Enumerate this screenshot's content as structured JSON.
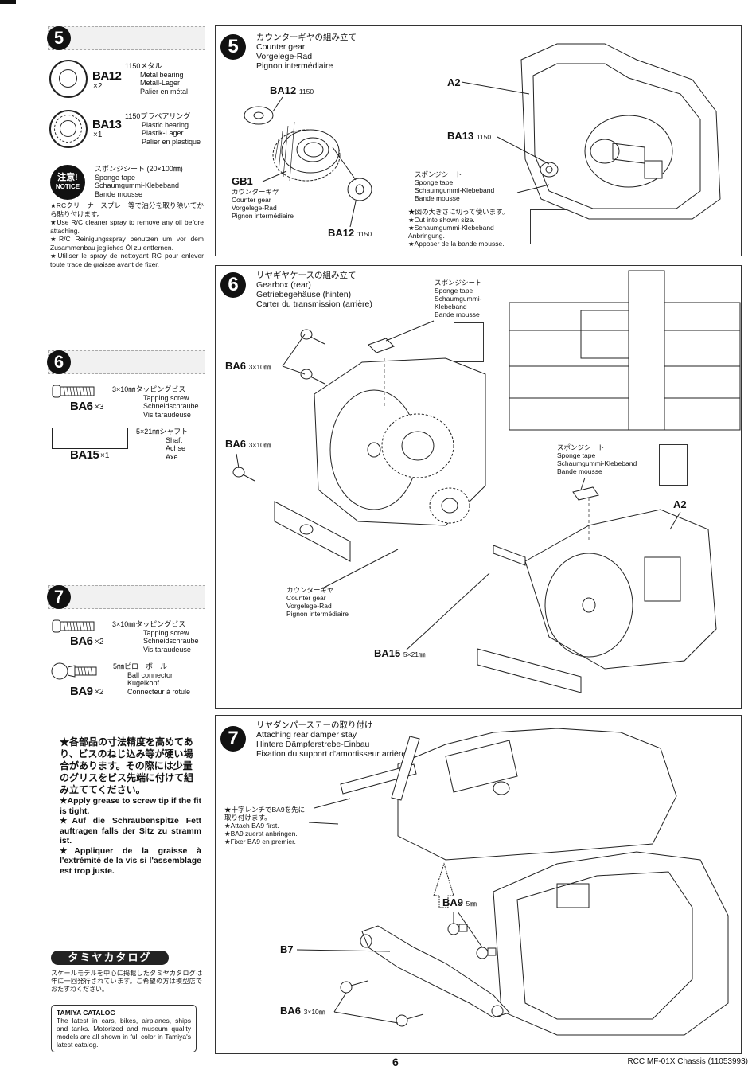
{
  "page": {
    "page_number": "6",
    "doc_title": "RCC MF-01X Chassis (11053993)"
  },
  "parts": {
    "step5": {
      "number": "5",
      "items": [
        {
          "code": "BA12",
          "qty": "×2",
          "jp": "1150メタル",
          "en": "Metal bearing",
          "de": "Metall-Lager",
          "fr": "Palier en métal",
          "icon": "metal-bearing-icon"
        },
        {
          "code": "BA13",
          "qty": "×1",
          "jp": "1150プラベアリング",
          "en": "Plastic bearing",
          "de": "Plastik-Lager",
          "fr": "Palier en plastique",
          "icon": "plastic-bearing-icon"
        }
      ],
      "notice": {
        "badge_jp": "注意!",
        "badge_en": "NOTICE",
        "jp": "スポンジシート (20×100㎜)",
        "en": "Sponge tape",
        "de": "Schaumgummi-Klebeband",
        "fr": "Bande mousse",
        "body_jp": "★RCクリーナースプレー等で油分を取り除いてから貼り付けます。",
        "body_en": "★Use R/C cleaner spray to remove any oil before attaching.",
        "body_de": "★R/C Reinigungsspray benutzen um vor dem Zusammenbau jegliches Öl zu entfernen.",
        "body_fr": "★Utiliser le spray de nettoyant RC pour enlever toute trace de graisse avant de fixer."
      }
    },
    "step6": {
      "number": "6",
      "items": [
        {
          "code": "BA6",
          "qty": "×3",
          "jp": "3×10㎜タッピングビス",
          "en": "Tapping screw",
          "de": "Schneidschraube",
          "fr": "Vis taraudeuse",
          "icon": "tapping-screw-icon"
        },
        {
          "code": "BA15",
          "qty": "×1",
          "jp": "5×21㎜シャフト",
          "en": "Shaft",
          "de": "Achse",
          "fr": "Axe",
          "icon": "shaft-icon"
        }
      ]
    },
    "step7": {
      "number": "7",
      "items": [
        {
          "code": "BA6",
          "qty": "×2",
          "jp": "3×10㎜タッピングビス",
          "en": "Tapping screw",
          "de": "Schneidschraube",
          "fr": "Vis taraudeuse",
          "icon": "tapping-screw-icon"
        },
        {
          "code": "BA9",
          "qty": "×2",
          "jp": "5㎜ピローボール",
          "en": "Ball connector",
          "de": "Kugelkopf",
          "fr": "Connecteur à rotule",
          "icon": "ball-connector-icon"
        }
      ]
    },
    "grease_note": {
      "jp": "★各部品の寸法精度を高めてあり、ビスのねじ込み等が硬い場合があります。その際には少量のグリスをビス先端に付けて組み立ててください。",
      "en": "★Apply grease to screw tip if the fit is tight.",
      "de": "★Auf die Schraubenspitze Fett auftragen falls der Sitz zu stramm ist.",
      "fr": "★Appliquer de la graisse à l'extrémité de la vis si l'assemblage est trop juste."
    },
    "catalog": {
      "pill": "タミヤカタログ",
      "jp": "スケールモデルを中心に掲載したタミヤカタログは年に一回発行されています。ご希望の方は模型店でおたずねください。",
      "title": "TAMIYA CATALOG",
      "body": "The latest in cars, bikes, airplanes, ships and tanks. Motorized and museum quality models are all shown in full color in Tamiya's latest catalog."
    }
  },
  "steps": {
    "step5": {
      "number": "5",
      "title_jp": "カウンターギヤの組み立て",
      "title_en": "Counter gear",
      "title_de": "Vorgelege-Rad",
      "title_fr": "Pignon intermédiaire",
      "labels": {
        "ba12_top": {
          "code": "BA12",
          "sub": "1150"
        },
        "ba12_bottom": {
          "code": "BA12",
          "sub": "1150"
        },
        "gb1": {
          "code": "GB1",
          "jp": "カウンターギヤ",
          "en": "Counter gear",
          "de": "Vorgelege-Rad",
          "fr": "Pignon intermédiaire"
        },
        "a2": {
          "code": "A2"
        },
        "ba13": {
          "code": "BA13",
          "sub": "1150"
        }
      },
      "sponge": {
        "jp": "スポンジシート",
        "en": "Sponge tape",
        "de": "Schaumgummi-Klebeband",
        "fr": "Bande mousse",
        "note_jp": "★図の大きさに切って使います。",
        "note_en": "★Cut into shown size.",
        "note_de": "★Schaumgummi-Klebeband Anbringung.",
        "note_fr": "★Apposer de la bande mousse."
      }
    },
    "step6": {
      "number": "6",
      "title_jp": "リヤギヤケースの組み立て",
      "title_en": "Gearbox (rear)",
      "title_de": "Getriebegehäuse (hinten)",
      "title_fr": "Carter du transmission (arrière)",
      "labels": {
        "ba6_a": {
          "code": "BA6",
          "sub": "3×10㎜"
        },
        "ba6_b": {
          "code": "BA6",
          "sub": "3×10㎜"
        },
        "ba15": {
          "code": "BA15",
          "sub": "5×21㎜"
        },
        "a2": {
          "code": "A2"
        },
        "counter_gear": {
          "jp": "カウンターギヤ",
          "en": "Counter gear",
          "de": "Vorgelege-Rad",
          "fr": "Pignon intermédiaire"
        }
      },
      "sponge_top": {
        "jp": "スポンジシート",
        "en": "Sponge tape",
        "de1": "Schaumgummi-",
        "de2": "Klebeband",
        "fr": "Bande mousse"
      },
      "sponge_right": {
        "jp": "スポンジシート",
        "en": "Sponge tape",
        "de": "Schaumgummi-Klebeband",
        "fr": "Bande mousse"
      }
    },
    "step7": {
      "number": "7",
      "title_jp": "リヤダンパーステーの取り付け",
      "title_en": "Attaching rear damper stay",
      "title_de": "Hintere Dämpferstrebe-Einbau",
      "title_fr": "Fixation du support d'amortisseur arrière",
      "note": {
        "jp1": "★十字レンチでBA9を先に",
        "jp2": "取り付けます。",
        "en": "★Attach BA9 first.",
        "de": "★BA9 zuerst anbringen.",
        "fr": "★Fixer BA9 en premier."
      },
      "labels": {
        "ba9": {
          "code": "BA9",
          "sub": "5㎜"
        },
        "b7": {
          "code": "B7"
        },
        "ba6": {
          "code": "BA6",
          "sub": "3×10㎜"
        }
      }
    }
  }
}
